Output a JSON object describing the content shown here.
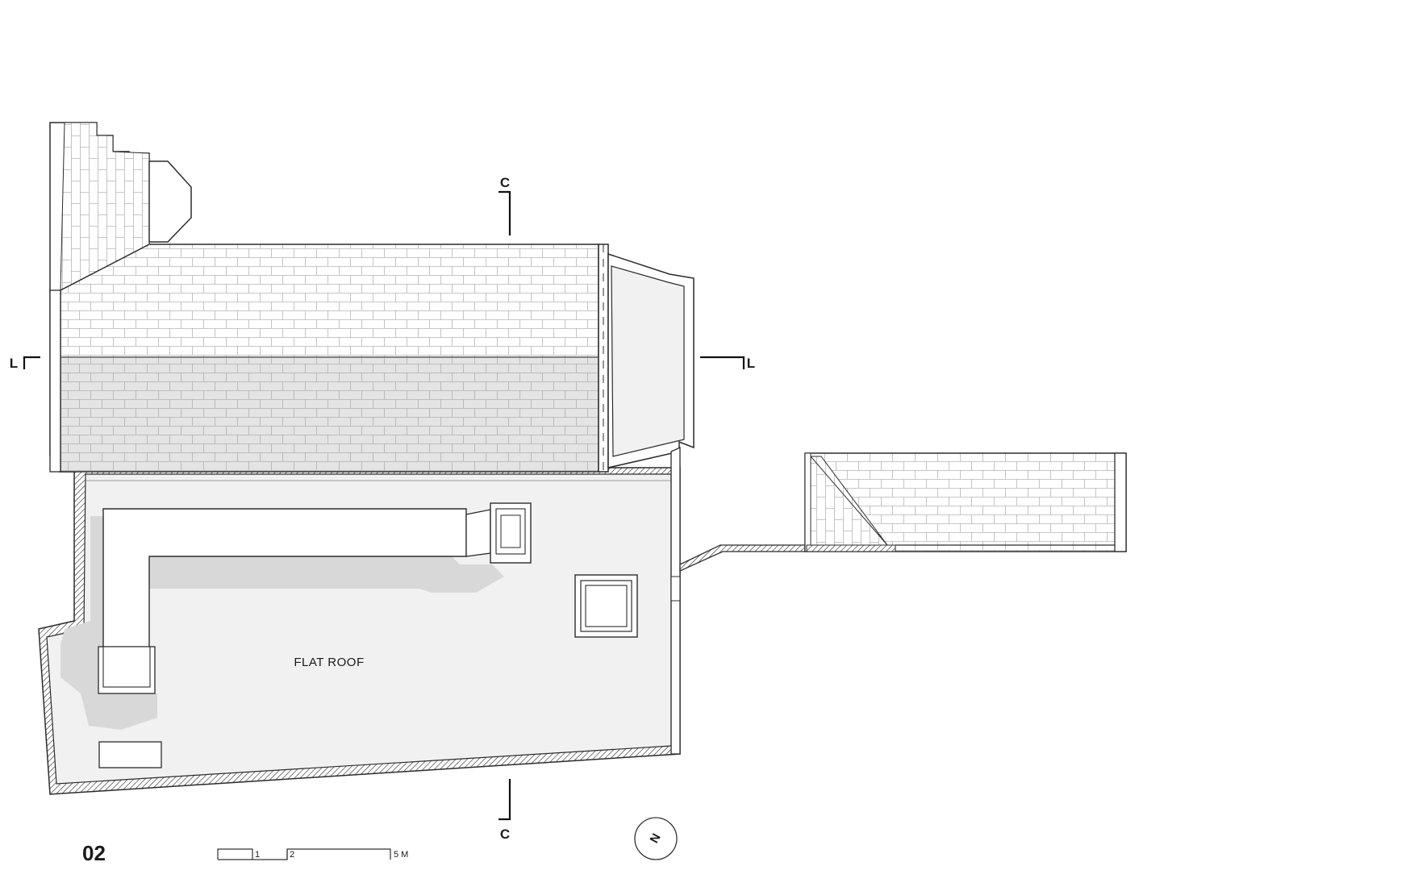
{
  "drawing": {
    "number": "02",
    "label_flat_roof": "FLAT ROOF"
  },
  "sections": {
    "c_top": "C",
    "c_bottom": "C",
    "l_left": "L",
    "l_right": "L"
  },
  "scale_bar": {
    "tick_1": "1",
    "tick_2": "2",
    "tick_end": "5 M"
  },
  "north_arrow": {
    "letter": "N"
  },
  "colors": {
    "line": "#2b2b2b",
    "tile_fill": "#ffffff",
    "tile_shaded": "#e6e6e6",
    "flat_roof": "#f0f0f0",
    "shadow": "#d9d9d9"
  }
}
